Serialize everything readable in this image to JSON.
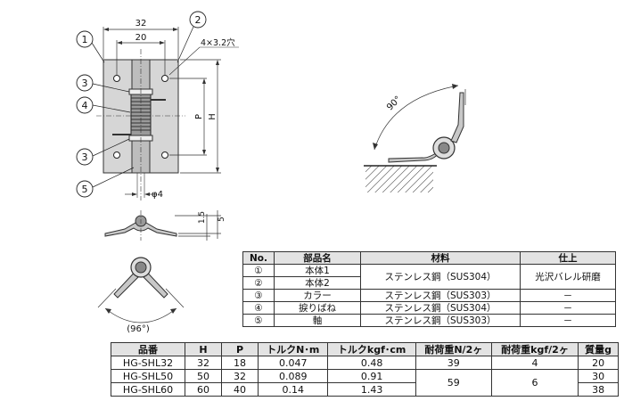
{
  "drawing": {
    "callouts": [
      "1",
      "2",
      "3",
      "4",
      "3",
      "5"
    ],
    "dims": {
      "w_outer": "32",
      "w_inner": "20",
      "holes": "4×3.2穴",
      "p_label": "P",
      "h_label": "H",
      "pin_dia": "φ4",
      "thick_1": "1.5",
      "thick_2": "5",
      "angle_open": "90°",
      "angle_close": "(96°)"
    }
  },
  "materials": {
    "headers": [
      "No.",
      "部品名",
      "材料",
      "仕上"
    ],
    "rows": [
      {
        "no": "①",
        "part": "本体1",
        "material": "ステンレス鋼（SUS304）",
        "finish": "光沢バレル研磨"
      },
      {
        "no": "②",
        "part": "本体2",
        "material": "",
        "finish": ""
      },
      {
        "no": "③",
        "part": "カラー",
        "material": "ステンレス鋼（SUS303）",
        "finish": "－"
      },
      {
        "no": "④",
        "part": "捩りばね",
        "material": "ステンレス鋼（SUS304）",
        "finish": "－"
      },
      {
        "no": "⑤",
        "part": "軸",
        "material": "ステンレス鋼（SUS303）",
        "finish": "－"
      }
    ]
  },
  "specs": {
    "headers": [
      "品番",
      "H",
      "P",
      "トルクN･m",
      "トルクkgf･cm",
      "耐荷重N/2ヶ",
      "耐荷重kgf/2ヶ",
      "質量g"
    ],
    "rows": [
      {
        "code": "HG-SHL32",
        "h": "32",
        "p": "18",
        "torque_nm": "0.047",
        "torque_kgf": "0.48",
        "load_n": "39",
        "load_kgf": "4",
        "mass": "20"
      },
      {
        "code": "HG-SHL50",
        "h": "50",
        "p": "32",
        "torque_nm": "0.089",
        "torque_kgf": "0.91",
        "load_n": "59",
        "load_kgf": "6",
        "mass": "30"
      },
      {
        "code": "HG-SHL60",
        "h": "60",
        "p": "40",
        "torque_nm": "0.14",
        "torque_kgf": "1.43",
        "load_n": "",
        "load_kgf": "",
        "mass": "38"
      }
    ]
  }
}
